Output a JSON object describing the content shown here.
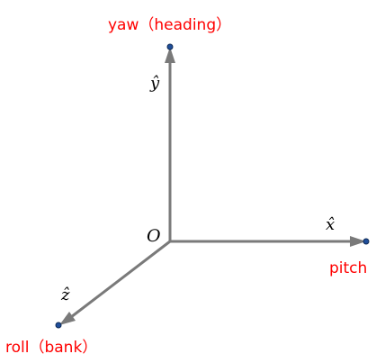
{
  "origin": {
    "label": "O"
  },
  "axes": {
    "x": {
      "symbol": "x̂",
      "rotation_name": "pitch"
    },
    "y": {
      "symbol": "ŷ",
      "rotation_name": "yaw（heading）"
    },
    "z": {
      "symbol": "ẑ",
      "rotation_name": "roll（bank）"
    }
  },
  "colors": {
    "axis": "#7a7a7a",
    "rotation_label": "#ff0000",
    "end_point": "#1f4e9a"
  }
}
